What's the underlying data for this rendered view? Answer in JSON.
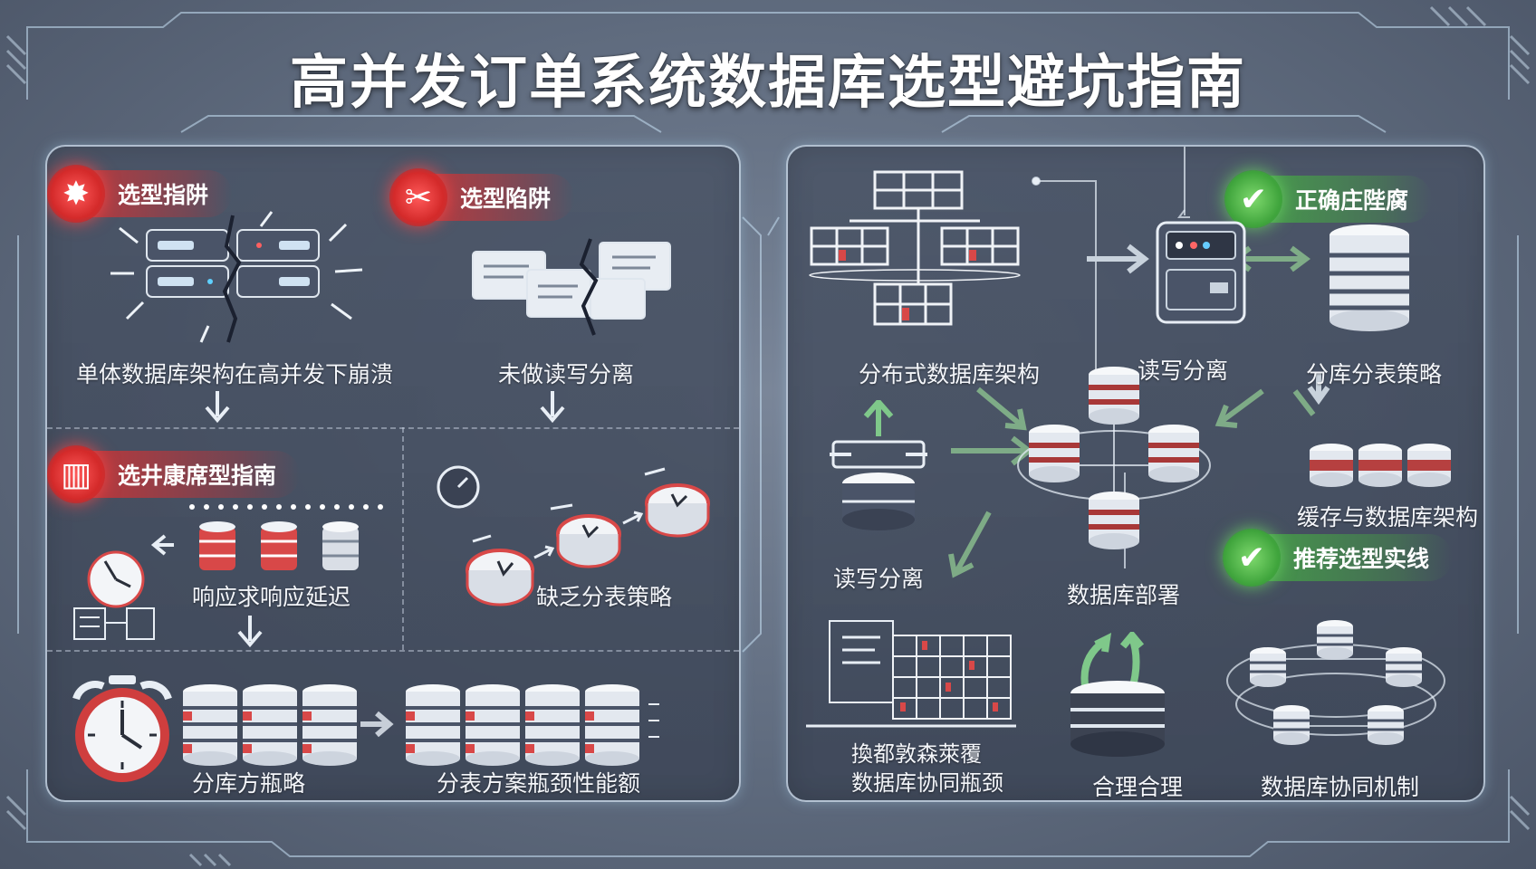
{
  "title": "高并发订单系统数据库选型避坑指南",
  "left": {
    "badge1": "选型指阱",
    "badge2": "选型陷阱",
    "badge3": "选井康席型指南",
    "label_crash": "单体数据库架构在高并发下崩溃",
    "label_rw": "未做读写分离",
    "label_latency": "响应求响应延迟",
    "label_shard": "缺乏分表策略",
    "label_bottom1": "分库方瓶略",
    "label_bottom2": "分表方案瓶颈性能额"
  },
  "right": {
    "badge1": "正确庄陛腐",
    "badge2": "推荐选型实线",
    "label_distributed": "分布式数据库架构",
    "label_rw_top": "读写分离",
    "label_shard_strategy": "分库分表策略",
    "label_cache": "缓存与数据库架构",
    "label_rw_mid": "读写分离",
    "label_deploy": "数据库部署",
    "label_coord_1": "換都敦森萊覆",
    "label_coord_2": "数据库协同瓶颈",
    "label_reasonable": "合理合理",
    "label_mechanism": "数据库协同机制"
  },
  "colors": {
    "accent_red": "#d83434",
    "accent_green": "#4caf4c",
    "panel_border": "#d7e6f5",
    "background": "#5f6b7e"
  }
}
